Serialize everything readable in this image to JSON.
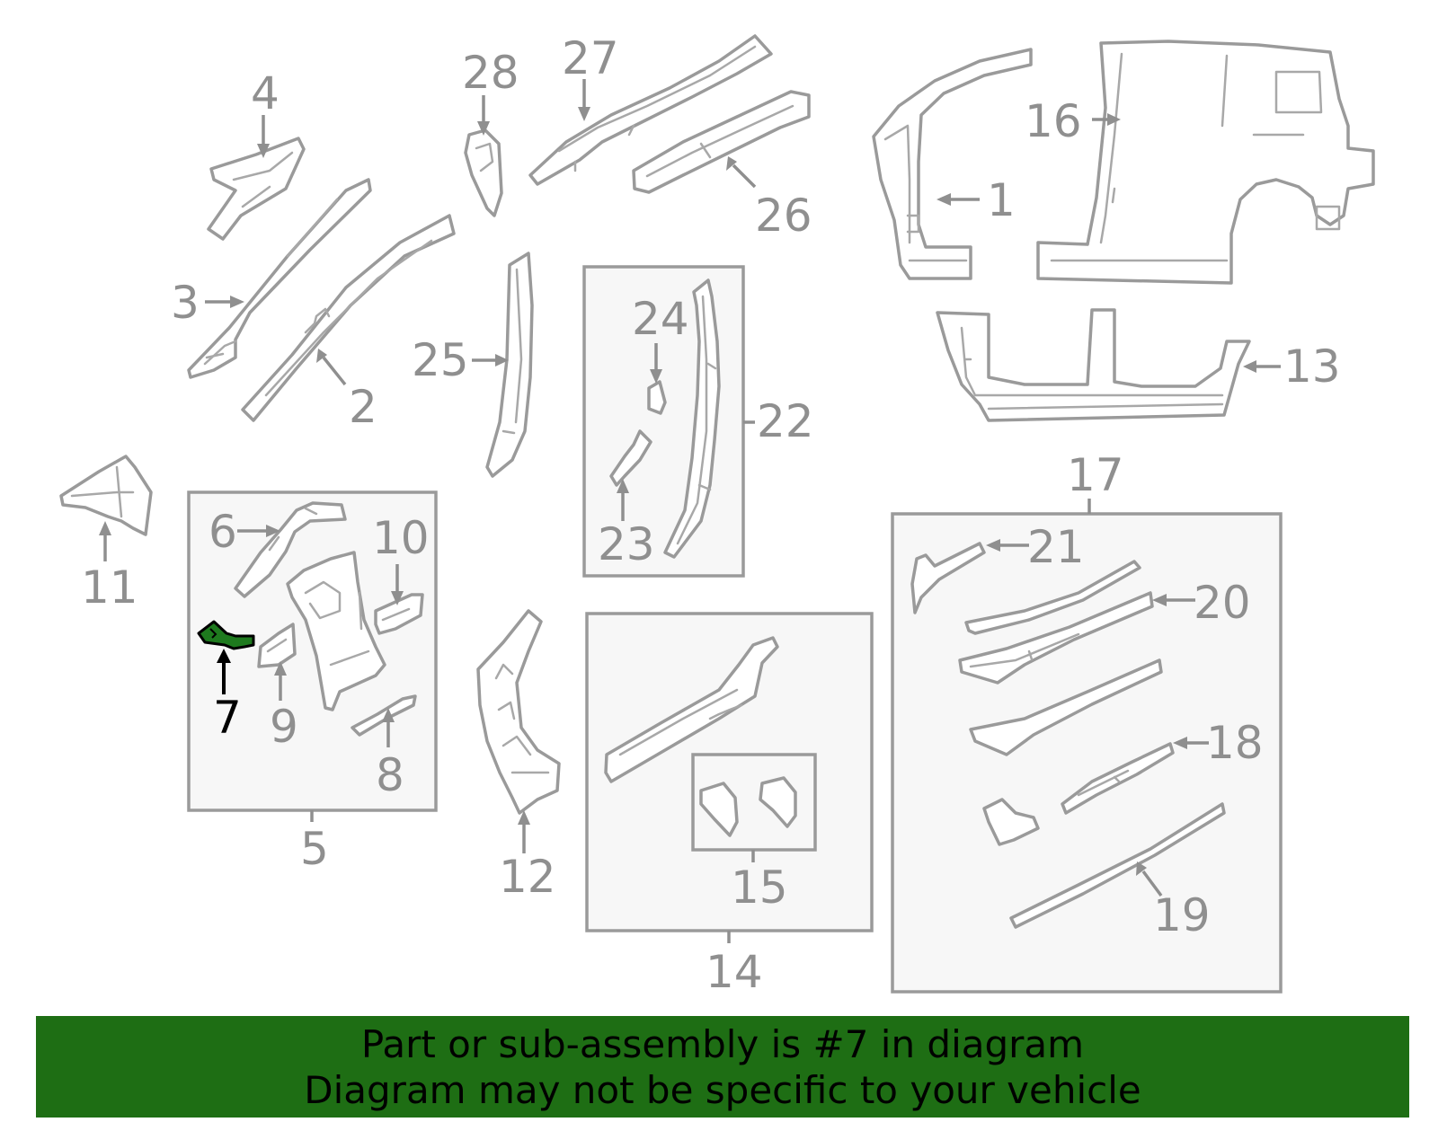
{
  "diagram": {
    "highlight_color": "#1e7a1e",
    "callout_color": "#8f8f8f",
    "highlighted_callout": "7",
    "callouts": {
      "c1": "1",
      "c2": "2",
      "c3": "3",
      "c4": "4",
      "c5": "5",
      "c6": "6",
      "c7": "7",
      "c8": "8",
      "c9": "9",
      "c10": "10",
      "c11": "11",
      "c12": "12",
      "c13": "13",
      "c14": "14",
      "c15": "15",
      "c16": "16",
      "c17": "17",
      "c18": "18",
      "c19": "19",
      "c20": "20",
      "c21": "21",
      "c22": "22",
      "c23": "23",
      "c24": "24",
      "c25": "25",
      "c26": "26",
      "c27": "27",
      "c28": "28"
    }
  },
  "banner": {
    "background": "#1e6e14",
    "line1": "Part or sub-assembly is #7 in diagram",
    "line2": "Diagram may not be specific to your vehicle"
  }
}
